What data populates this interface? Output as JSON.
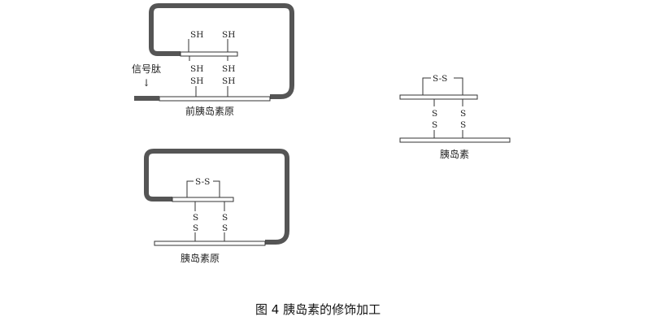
{
  "panel_preproinsulin": {
    "label": "前胰岛素原",
    "signal_label": "信号肽",
    "signal_arrow": "↓",
    "sh": "SH"
  },
  "panel_proinsulin": {
    "label": "胰岛素原",
    "ss": "S-S",
    "s": "S"
  },
  "panel_insulin": {
    "label": "胰岛素",
    "ss": "S-S",
    "s": "S"
  },
  "caption": "图 4  胰岛素的修饰加工",
  "colors": {
    "chain": "#555555",
    "line": "#333333"
  }
}
